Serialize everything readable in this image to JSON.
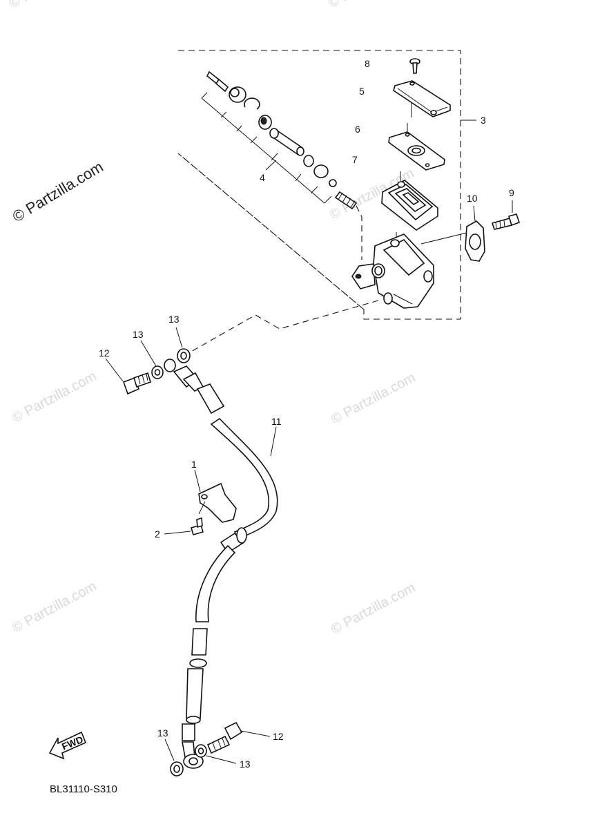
{
  "diagram": {
    "callouts": [
      "1",
      "2",
      "3",
      "4",
      "5",
      "6",
      "7",
      "8",
      "9",
      "10",
      "11",
      "12",
      "13"
    ],
    "part_code": "BL31110-S310",
    "fwd_label": "FWD"
  },
  "watermark": {
    "main": "© Partzilla.com",
    "repeat": "© Partzilla.com"
  },
  "colors": {
    "line": "#111111",
    "watermark": "#d9d9d9",
    "background": "#ffffff"
  }
}
